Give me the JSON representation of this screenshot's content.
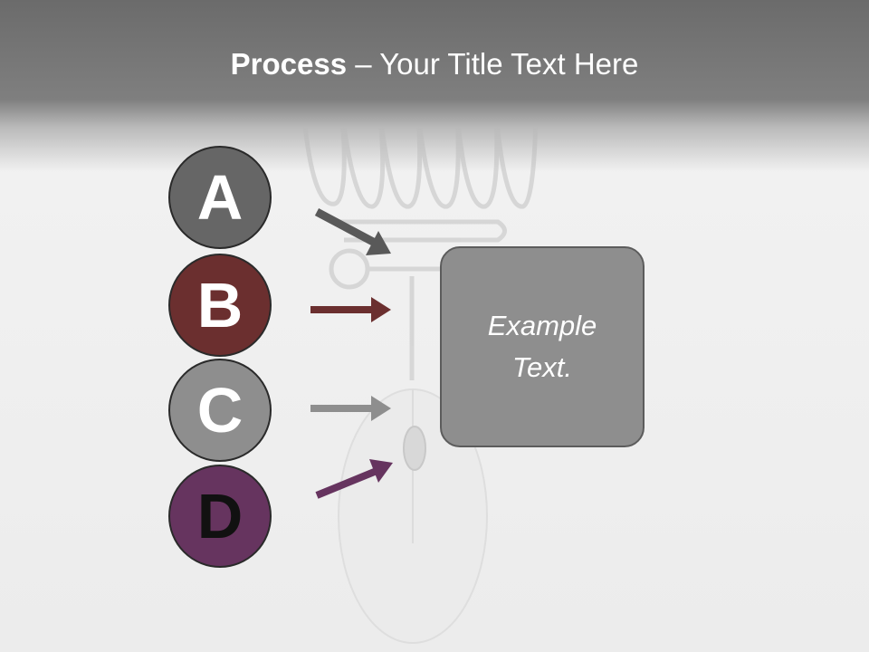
{
  "title": {
    "bold": "Process",
    "rest": " – Your Title Text Here"
  },
  "steps": [
    {
      "letter": "A",
      "color": "#666666",
      "arrow_color": "#595959"
    },
    {
      "letter": "B",
      "color": "#6b2f2f",
      "arrow_color": "#6b2f2f"
    },
    {
      "letter": "C",
      "color": "#8e8e8e",
      "arrow_color": "#8e8e8e"
    },
    {
      "letter": "D",
      "color": "#66345f",
      "arrow_color": "#66345f"
    }
  ],
  "box": {
    "text": "Example Text."
  }
}
